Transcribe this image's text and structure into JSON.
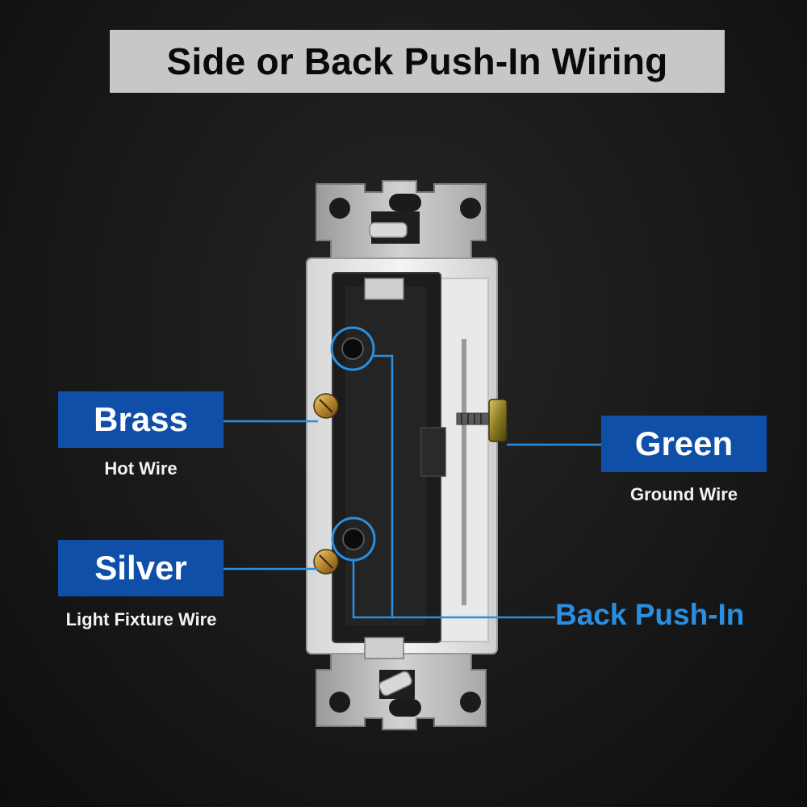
{
  "title": "Side or Back Push-In Wiring",
  "labels": {
    "brass": {
      "name": "Brass",
      "sub": "Hot Wire"
    },
    "silver": {
      "name": "Silver",
      "sub": "Light Fixture Wire"
    },
    "green": {
      "name": "Green",
      "sub": "Ground Wire"
    },
    "push_in": {
      "name": "Back Push-In"
    }
  },
  "colors": {
    "label_blue": "#0f4fa8",
    "leader_blue": "#2a8fe0",
    "title_bg": "#c7c7c7",
    "background": "#151515"
  }
}
